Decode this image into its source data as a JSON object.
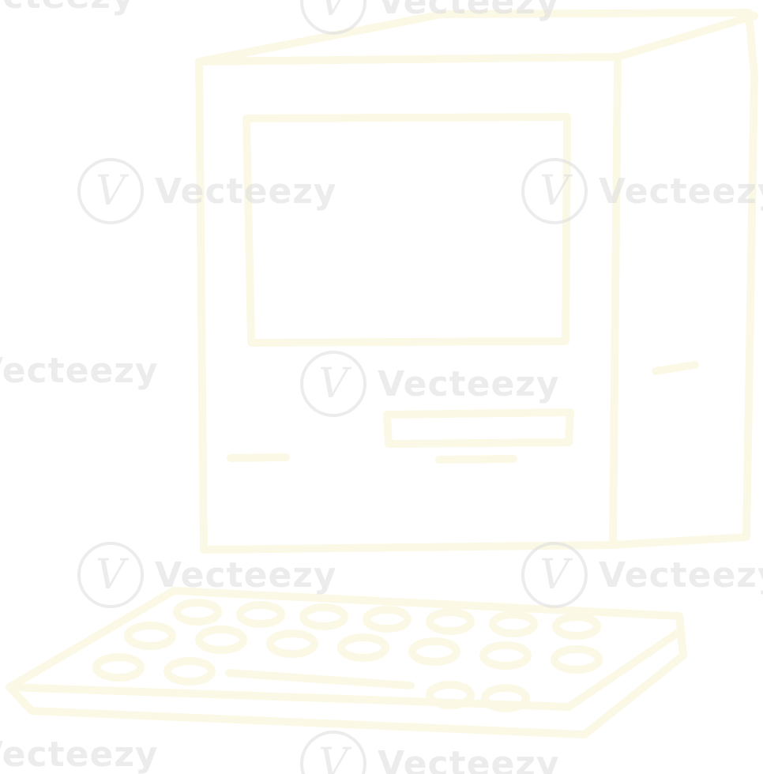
{
  "colors": {
    "background": "#ffffff",
    "line_art": "#fbf9e6",
    "watermark": "#dcdcdc"
  },
  "illustration": {
    "subject": "computer-icon",
    "parts": [
      "monitor",
      "screen",
      "drive-slot",
      "keyboard"
    ]
  },
  "watermark": {
    "logo_glyph": "V",
    "text": "Vecteezy"
  }
}
